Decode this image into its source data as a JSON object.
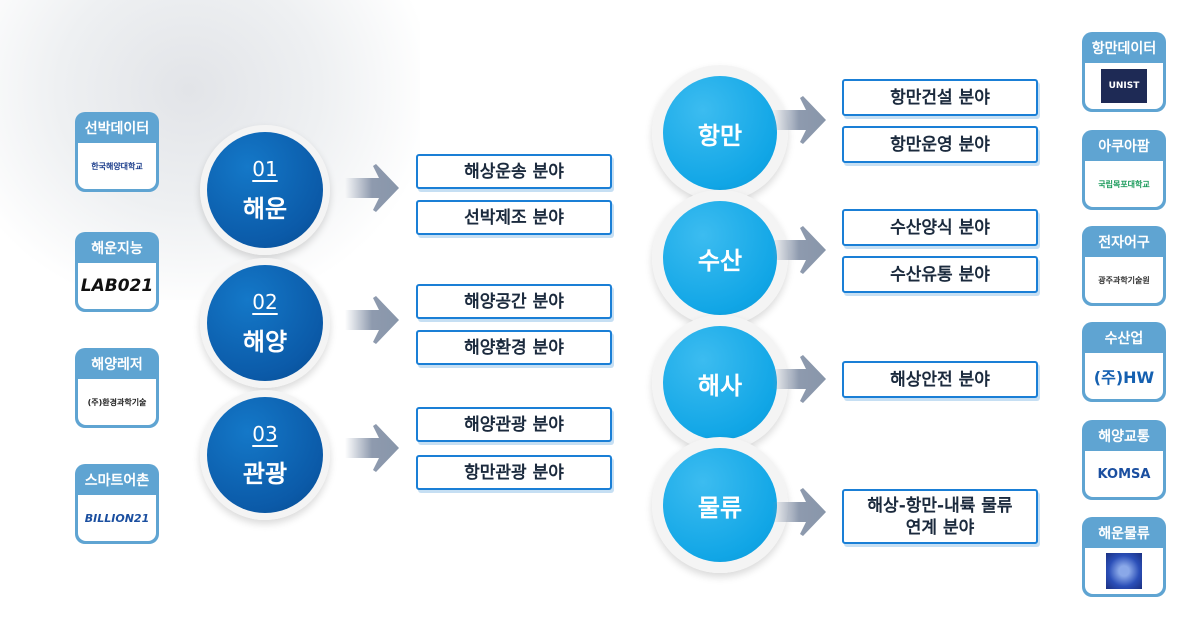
{
  "left_groups": [
    {
      "number": "01",
      "label": "해운",
      "fields": [
        "해상운송 분야",
        "선박제조 분야"
      ]
    },
    {
      "number": "02",
      "label": "해양",
      "fields": [
        "해양공간 분야",
        "해양환경 분야"
      ]
    },
    {
      "number": "03",
      "label": "관광",
      "fields": [
        "해양관광 분야",
        "항만관광 분야"
      ]
    }
  ],
  "right_groups": [
    {
      "label": "항만",
      "fields": [
        "항만건설 분야",
        "항만운영 분야"
      ]
    },
    {
      "label": "수산",
      "fields": [
        "수산양식 분야",
        "수산유통 분야"
      ]
    },
    {
      "label": "해사",
      "fields": [
        "해상안전 분야"
      ]
    },
    {
      "label": "물류",
      "fields": [
        "해상-항만-내륙 물류연계 분야"
      ]
    }
  ],
  "left_cards": [
    {
      "title": "선박데이터",
      "logo": "한국해양대학교"
    },
    {
      "title": "해운지능",
      "logo": "LAB021"
    },
    {
      "title": "해양레저",
      "logo": "(주)환경과학기술"
    },
    {
      "title": "스마트어촌",
      "logo": "BILLION21"
    }
  ],
  "right_cards": [
    {
      "title": "항만데이터",
      "logo": "UNIST"
    },
    {
      "title": "아쿠아팜",
      "logo": "국립목포대학교"
    },
    {
      "title": "전자어구",
      "logo": "광주과학기술원"
    },
    {
      "title": "수산업",
      "logo": "(주)HW"
    },
    {
      "title": "해양교통",
      "logo": "KOMSA"
    },
    {
      "title": "해운물류",
      "logo": ""
    }
  ],
  "colors": {
    "dark_circle": "#0b5aa8",
    "light_circle": "#11a6e6",
    "box_border": "#1a7fd6",
    "card": "#5fa4d2"
  }
}
